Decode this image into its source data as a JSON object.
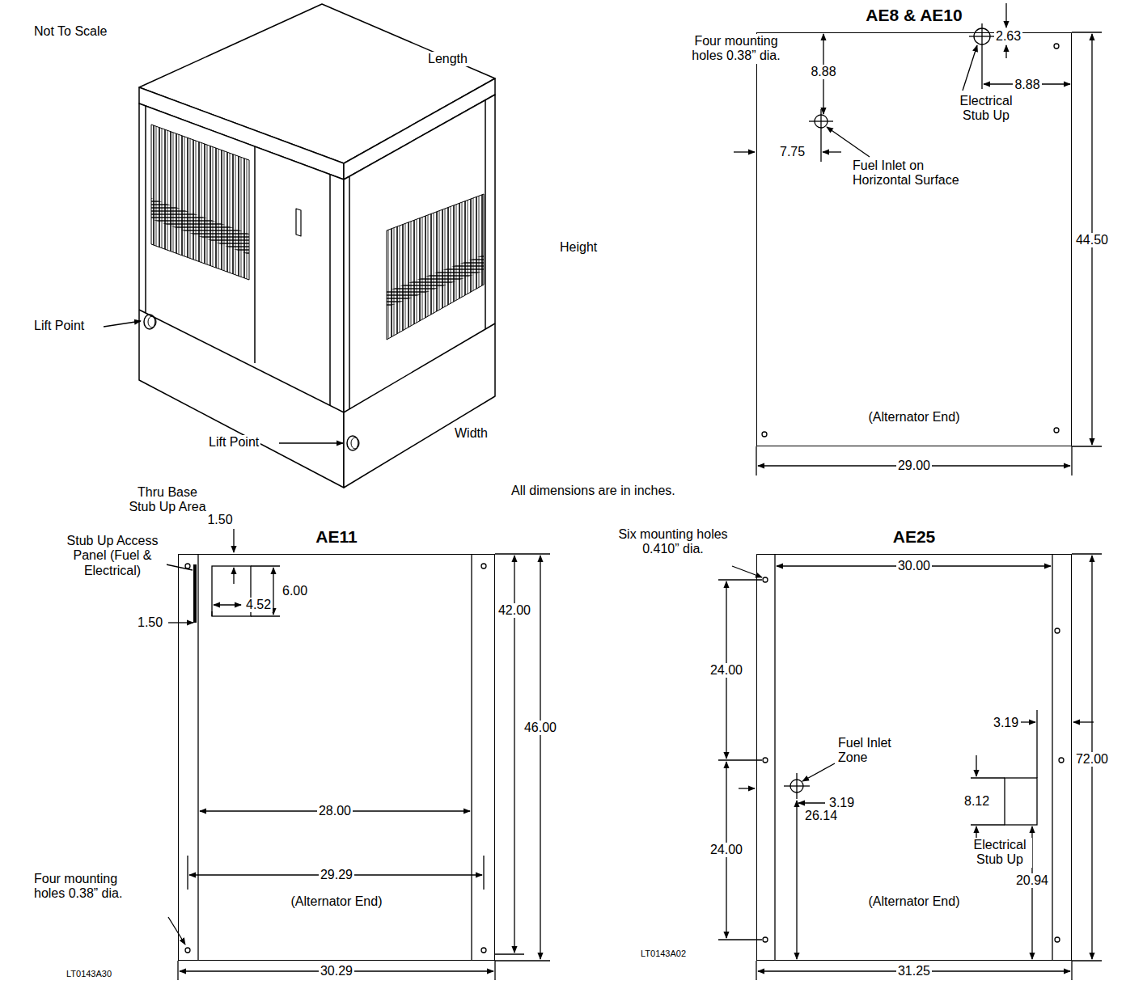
{
  "diagram": {
    "nodes": [
      {
        "text": [
          "AE8 & AE10"
        ]
      },
      {
        "text": [
          "AE11"
        ]
      },
      {
        "text": [
          "AE25"
        ]
      }
    ],
    "labels": [
      "Not To Scale",
      "Length",
      "Height",
      "Lift Point",
      "Lift Point",
      "Width",
      "Four mounting holes 0.38” dia.",
      "8.88",
      "2.63",
      "Electrical Stub Up",
      "8.88",
      "7.75",
      "Fuel Inlet on Horizontal Surface",
      "44.50",
      "(Alternator End)",
      "29.00",
      "All dimensions are in inches.",
      "Thru Base Stub Up Area",
      "1.50",
      "Stub Up Access Panel (Fuel & Electrical)",
      "6.00",
      "4.52",
      "1.50",
      "42.00",
      "46.00",
      "28.00",
      "Four mounting holes 0.38” dia.",
      "29.29",
      "(Alternator End)",
      "30.29",
      "LT0143A30",
      "Six mounting holes 0.410” dia.",
      "30.00",
      "24.00",
      "3.19",
      "Fuel Inlet Zone",
      "3.19",
      "24.00",
      "8.12",
      "26.14",
      "Electrical Stub Up",
      "72.00",
      "20.94",
      "(Alternator End)",
      "31.25",
      "LT0143A02"
    ]
  }
}
